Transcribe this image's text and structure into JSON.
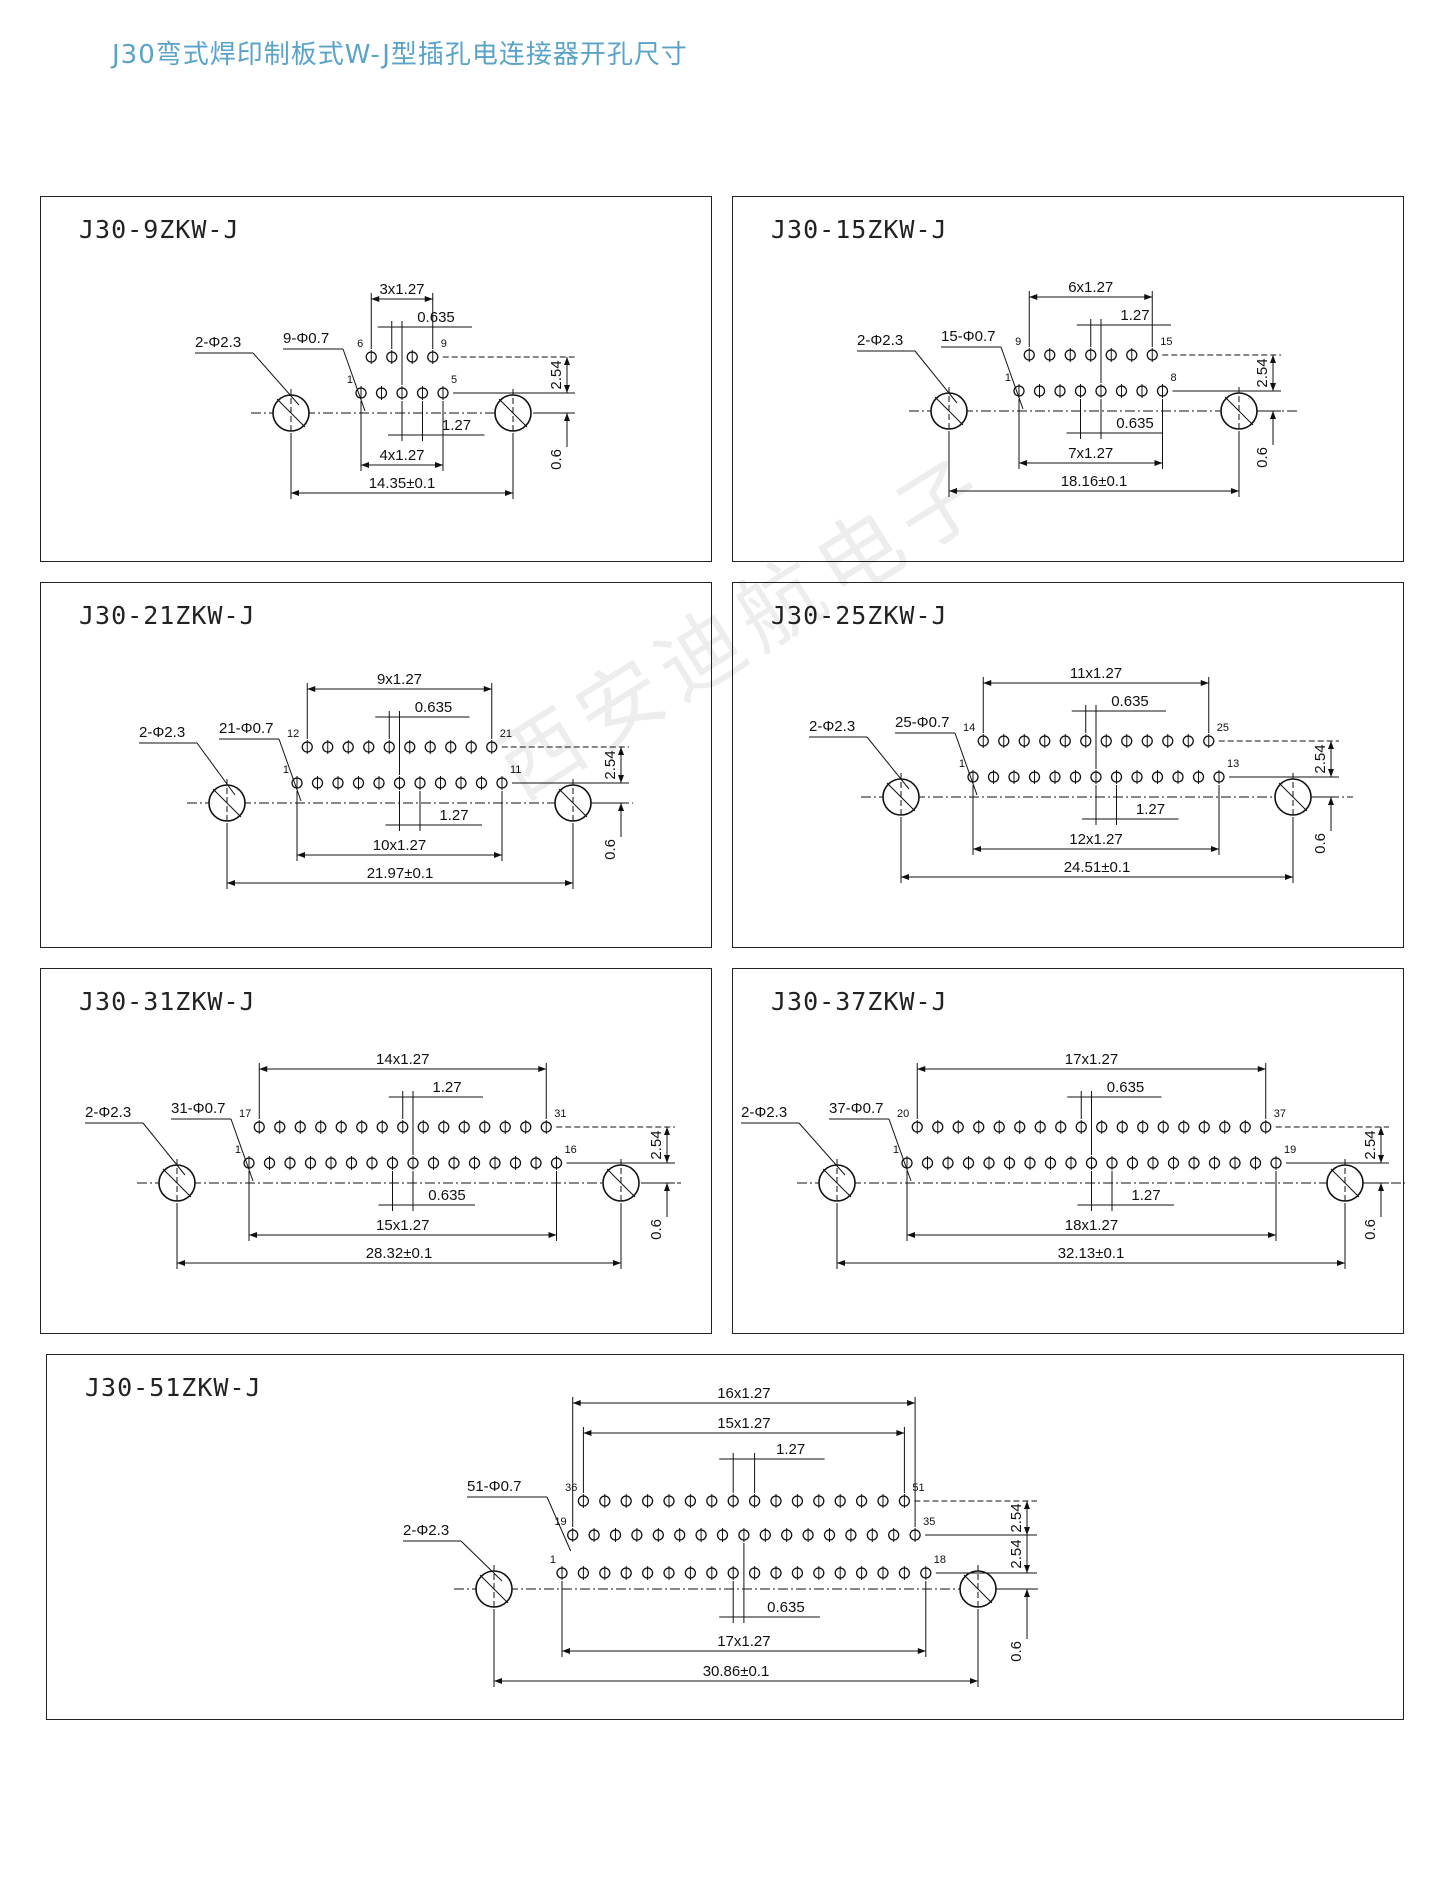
{
  "page": {
    "title": "J30弯式焊印制板式W-J型插孔电连接器开孔尺寸",
    "watermark": "西安迪航电子"
  },
  "panels": [
    {
      "model": "J30-9ZKW-J",
      "mount_label": "2-Φ2.3",
      "pin_label": "9-Φ0.7",
      "rows": [
        {
          "count": 4,
          "first": "6",
          "last": "9"
        },
        {
          "count": 5,
          "first": "1",
          "last": "5"
        }
      ],
      "dims": {
        "top": "3x1.27",
        "offset": "0.635",
        "pitch": "1.27",
        "bottom": "4x1.27",
        "overall": "14.35±0.1",
        "row_gap": "2.54",
        "center_offset": "0.6"
      }
    },
    {
      "model": "J30-15ZKW-J",
      "mount_label": "2-Φ2.3",
      "pin_label": "15-Φ0.7",
      "rows": [
        {
          "count": 7,
          "first": "9",
          "last": "15"
        },
        {
          "count": 8,
          "first": "1",
          "last": "8"
        }
      ],
      "dims": {
        "top": "6x1.27",
        "pitch": "1.27",
        "offset": "0.635",
        "bottom": "7x1.27",
        "overall": "18.16±0.1",
        "row_gap": "2.54",
        "center_offset": "0.6"
      }
    },
    {
      "model": "J30-21ZKW-J",
      "mount_label": "2-Φ2.3",
      "pin_label": "21-Φ0.7",
      "rows": [
        {
          "count": 10,
          "first": "12",
          "last": "21"
        },
        {
          "count": 11,
          "first": "1",
          "last": "11"
        }
      ],
      "dims": {
        "top": "9x1.27",
        "offset": "0.635",
        "pitch": "1.27",
        "bottom": "10x1.27",
        "overall": "21.97±0.1",
        "row_gap": "2.54",
        "center_offset": "0.6"
      }
    },
    {
      "model": "J30-25ZKW-J",
      "mount_label": "2-Φ2.3",
      "pin_label": "25-Φ0.7",
      "rows": [
        {
          "count": 12,
          "first": "14",
          "last": "25"
        },
        {
          "count": 13,
          "first": "1",
          "last": "13"
        }
      ],
      "dims": {
        "top": "11x1.27",
        "offset": "0.635",
        "pitch": "1.27",
        "bottom": "12x1.27",
        "overall": "24.51±0.1",
        "row_gap": "2.54",
        "center_offset": "0.6"
      }
    },
    {
      "model": "J30-31ZKW-J",
      "mount_label": "2-Φ2.3",
      "pin_label": "31-Φ0.7",
      "rows": [
        {
          "count": 15,
          "first": "17",
          "last": "31"
        },
        {
          "count": 16,
          "first": "1",
          "last": "16"
        }
      ],
      "dims": {
        "top": "14x1.27",
        "pitch": "1.27",
        "offset": "0.635",
        "bottom": "15x1.27",
        "overall": "28.32±0.1",
        "row_gap": "2.54",
        "center_offset": "0.6"
      }
    },
    {
      "model": "J30-37ZKW-J",
      "mount_label": "2-Φ2.3",
      "pin_label": "37-Φ0.7",
      "rows": [
        {
          "count": 18,
          "first": "20",
          "last": "37"
        },
        {
          "count": 19,
          "first": "1",
          "last": "19"
        }
      ],
      "dims": {
        "top": "17x1.27",
        "offset": "0.635",
        "pitch": "1.27",
        "bottom": "18x1.27",
        "overall": "32.13±0.1",
        "row_gap": "2.54",
        "center_offset": "0.6"
      }
    },
    {
      "model": "J30-51ZKW-J",
      "mount_label": "2-Φ2.3",
      "pin_label": "51-Φ0.7",
      "rows": [
        {
          "count": 16,
          "first": "36",
          "last": "51"
        },
        {
          "count": 17,
          "first": "19",
          "last": "35"
        },
        {
          "count": 18,
          "first": "1",
          "last": "18"
        }
      ],
      "dims": {
        "top": "16x1.27",
        "second": "15x1.27",
        "pitch": "1.27",
        "offset": "0.635",
        "bottom": "17x1.27",
        "overall": "30.86±0.1",
        "row_gap_1": "2.54",
        "row_gap_2": "2.54",
        "center_offset": "0.6"
      }
    }
  ]
}
